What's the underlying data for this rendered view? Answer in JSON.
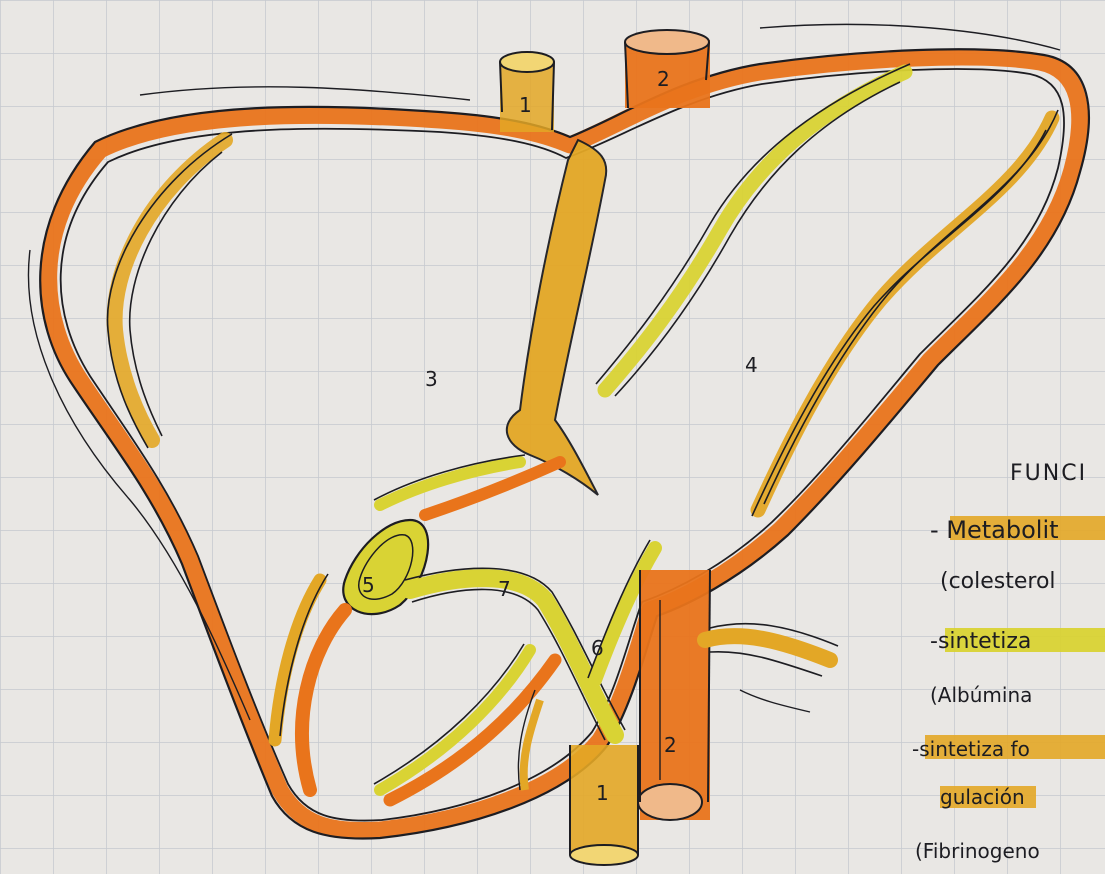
{
  "diagram": {
    "type": "hand-drawn liver anatomy sketch on grid paper",
    "colors": {
      "paper": "#e9e7e4",
      "grid": "#c6c9cf",
      "ink": "#1d1d22",
      "orange": "#e9741b",
      "amber": "#e3a726",
      "lemon": "#d9d334"
    },
    "labels": {
      "vessel_top_1": "1",
      "vessel_top_2": "2",
      "lobe_3": "3",
      "lobe_4": "4",
      "gallbladder": "5",
      "cystic_duct": "7",
      "common_duct": "6",
      "vessel_bottom_1": "1",
      "vessel_bottom_2": "2"
    },
    "notes": {
      "heading": "FUNCI",
      "line1": "- Metabolit",
      "line2": "(colesterol",
      "line3": "-sintetiza",
      "line4": "(Albúmina",
      "line5": "-sintetiza fo",
      "line6": "gulación",
      "line7": "(Fibrinogeno"
    }
  }
}
